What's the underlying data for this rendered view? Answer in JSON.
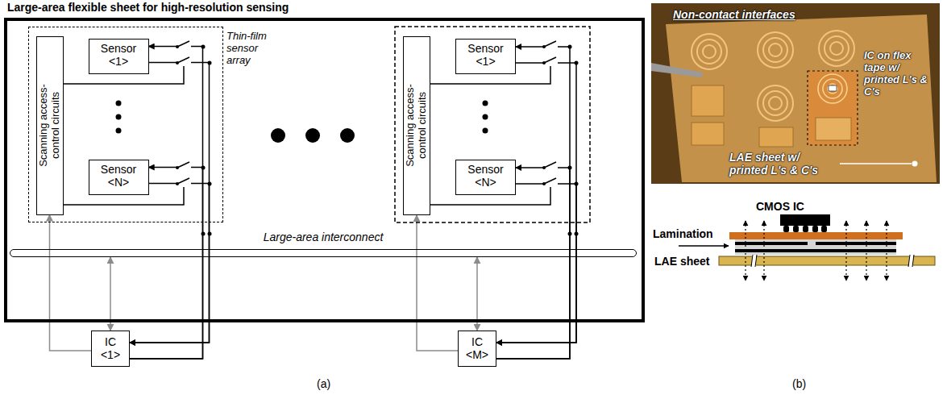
{
  "diagram": {
    "nodes": [
      {
        "text": [
          "Large-area flexible sheet for high-resolution sensing"
        ]
      },
      {
        "text": [
          "Thin-film sensor array"
        ],
        "in": 0
      },
      {
        "text": [
          "Scanning access-control circuits"
        ],
        "in": 1
      },
      {
        "text": [
          "Sensor <1>"
        ],
        "in": 1
      },
      {
        "text": [
          "Sensor <N>"
        ],
        "in": 1
      },
      {
        "text": [
          "Scanning access-control circuits"
        ],
        "in": 0
      },
      {
        "text": [
          "Sensor <1>"
        ],
        "in": 0
      },
      {
        "text": [
          "Sensor <N>"
        ],
        "in": 0
      },
      {
        "text": [
          "Large-area interconnect"
        ],
        "in": 0
      },
      {
        "text": [
          "IC <1>"
        ]
      },
      {
        "text": [
          "IC <M>"
        ]
      }
    ],
    "edges": [
      {
        "from": 9,
        "to": 2,
        "arrow": "to"
      },
      {
        "from": 8,
        "to": 9,
        "arrow": "both"
      },
      {
        "from": 9,
        "to": 3,
        "arrow": "to"
      },
      {
        "from": 9,
        "to": 4,
        "arrow": "to"
      },
      {
        "from": 3,
        "to": 9,
        "arrow": "to"
      },
      {
        "from": 4,
        "to": 9,
        "arrow": "to"
      },
      {
        "from": 10,
        "to": 5,
        "arrow": "to"
      },
      {
        "from": 8,
        "to": 10,
        "arrow": "both"
      },
      {
        "from": 10,
        "to": 6,
        "arrow": "to"
      },
      {
        "from": 10,
        "to": 7,
        "arrow": "to"
      },
      {
        "from": 6,
        "to": 10,
        "arrow": "to"
      },
      {
        "from": 7,
        "to": 10,
        "arrow": "to"
      }
    ],
    "labels": [
      "Non-contact interfaces",
      "IC on flex tape w/ printed L's & C's",
      "LAE sheet w/ printed L's & C's",
      "CMOS IC",
      "Lamination",
      "LAE sheet",
      "(a)",
      "(b)"
    ]
  }
}
